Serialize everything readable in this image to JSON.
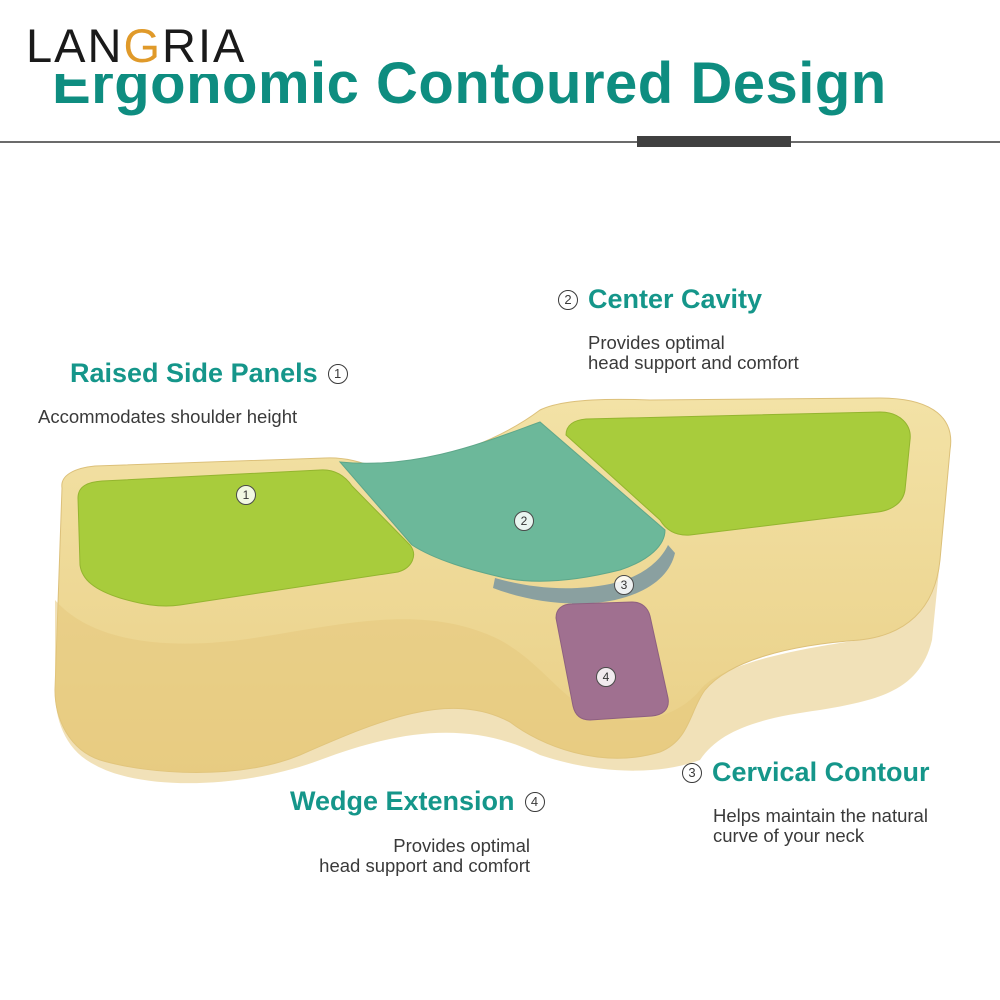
{
  "brand": {
    "logo_pre": "LAN",
    "logo_g": "G",
    "logo_post": "RIA",
    "headline": "Ergonomic Contoured Design"
  },
  "colors": {
    "headline": "#0e8d80",
    "callout_title": "#15968a",
    "pillow_body": "#f0dc9c",
    "side_panel": "#a8cc3c",
    "center_cavity": "#6cb89a",
    "cervical_contour": "#8aa0a0",
    "wedge_extension": "#a07090"
  },
  "callouts": {
    "raised_side_panels": {
      "title": "Raised Side Panels",
      "number": "①",
      "desc": [
        "Accommodates shoulder height"
      ]
    },
    "center_cavity": {
      "title": "Center Cavity",
      "number": "②",
      "desc": [
        "Provides optimal",
        "head support and comfort"
      ]
    },
    "cervical_contour": {
      "title": "Cervical Contour",
      "number": "③",
      "desc": [
        "Helps maintain the natural",
        "curve of your neck"
      ]
    },
    "wedge_extension": {
      "title": "Wedge Extension",
      "number": "④",
      "desc": [
        "Provides optimal",
        "head support and comfort"
      ]
    }
  },
  "pillow_labels": {
    "left_panel": "1",
    "center_cavity": "2",
    "cervical": "3",
    "wedge": "4"
  }
}
